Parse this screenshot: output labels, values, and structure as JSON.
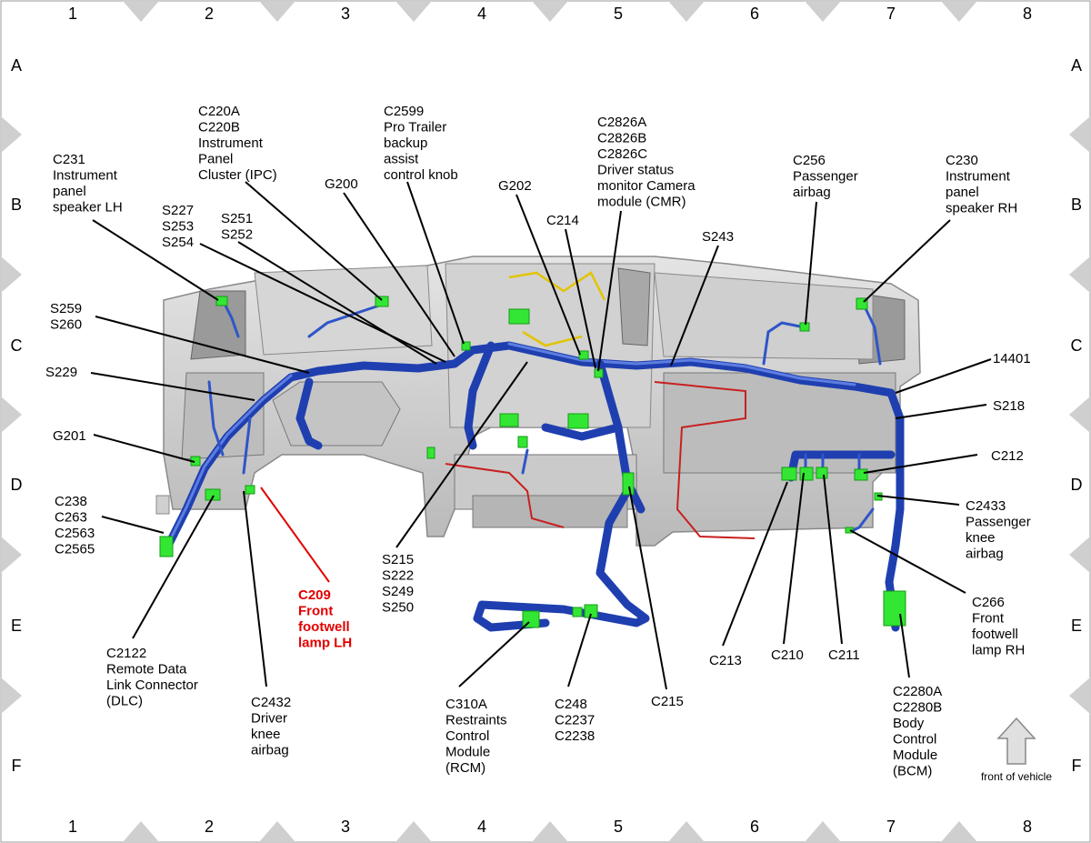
{
  "grid": {
    "columns": [
      "1",
      "2",
      "3",
      "4",
      "5",
      "6",
      "7",
      "8"
    ],
    "rows": [
      "A",
      "B",
      "C",
      "D",
      "E",
      "F"
    ]
  },
  "colors": {
    "harness": "#1f3fb0",
    "connector": "#33e633",
    "highlight": "#e30000",
    "dash_panel": "#c8c8c8"
  },
  "callouts": [
    {
      "id": "c231",
      "lines": [
        "C231",
        "Instrument",
        "panel",
        "speaker LH"
      ]
    },
    {
      "id": "c220",
      "lines": [
        "C220A",
        "C220B",
        "Instrument",
        "Panel",
        "Cluster (IPC)"
      ]
    },
    {
      "id": "c2599",
      "lines": [
        "C2599",
        "Pro Trailer",
        "backup",
        "assist",
        "control knob"
      ]
    },
    {
      "id": "c2826",
      "lines": [
        "C2826A",
        "C2826B",
        "C2826C",
        "Driver status",
        "monitor Camera",
        "module (CMR)"
      ]
    },
    {
      "id": "c256",
      "lines": [
        "C256",
        "Passenger",
        "airbag"
      ]
    },
    {
      "id": "c230",
      "lines": [
        "C230",
        "Instrument",
        "panel",
        "speaker RH"
      ]
    },
    {
      "id": "g200",
      "lines": [
        "G200"
      ]
    },
    {
      "id": "g202",
      "lines": [
        "G202"
      ]
    },
    {
      "id": "s227",
      "lines": [
        "S227",
        "S253",
        "S254"
      ]
    },
    {
      "id": "s251",
      "lines": [
        "S251",
        "S252"
      ]
    },
    {
      "id": "c214",
      "lines": [
        "C214"
      ]
    },
    {
      "id": "s243",
      "lines": [
        "S243"
      ]
    },
    {
      "id": "s259",
      "lines": [
        "S259",
        "S260"
      ]
    },
    {
      "id": "s229",
      "lines": [
        "S229"
      ]
    },
    {
      "id": "n14401",
      "lines": [
        "14401"
      ]
    },
    {
      "id": "s218",
      "lines": [
        "S218"
      ]
    },
    {
      "id": "g201",
      "lines": [
        "G201"
      ]
    },
    {
      "id": "c212",
      "lines": [
        "C212"
      ]
    },
    {
      "id": "c238",
      "lines": [
        "C238",
        "C263",
        "C2563",
        "C2565"
      ]
    },
    {
      "id": "c2433",
      "lines": [
        "C2433",
        "Passenger",
        "knee",
        "airbag"
      ]
    },
    {
      "id": "s215",
      "lines": [
        "S215",
        "S222",
        "S249",
        "S250"
      ]
    },
    {
      "id": "c209",
      "lines": [
        "C209",
        "Front",
        "footwell",
        "lamp LH"
      ],
      "highlight": true
    },
    {
      "id": "c266",
      "lines": [
        "C266",
        "Front",
        "footwell",
        "lamp RH"
      ]
    },
    {
      "id": "c2122",
      "lines": [
        "C2122",
        "Remote Data",
        "Link Connector",
        "(DLC)"
      ]
    },
    {
      "id": "c213",
      "lines": [
        "C213"
      ]
    },
    {
      "id": "c210",
      "lines": [
        "C210"
      ]
    },
    {
      "id": "c211",
      "lines": [
        "C211"
      ]
    },
    {
      "id": "c215",
      "lines": [
        "C215"
      ]
    },
    {
      "id": "c2432",
      "lines": [
        "C2432",
        "Driver",
        "knee",
        "airbag"
      ]
    },
    {
      "id": "c310a",
      "lines": [
        "C310A",
        "Restraints",
        "Control",
        "Module",
        "(RCM)"
      ]
    },
    {
      "id": "c248",
      "lines": [
        "C248",
        "C2237",
        "C2238"
      ]
    },
    {
      "id": "c2280",
      "lines": [
        "C2280A",
        "C2280B",
        "Body",
        "Control",
        "Module",
        "(BCM)"
      ]
    }
  ],
  "front_label": "front of vehicle",
  "front_icon": "up-arrow-icon"
}
